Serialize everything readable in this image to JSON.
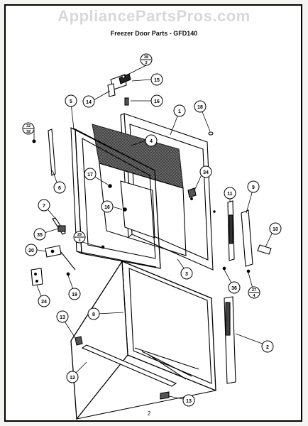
{
  "watermark": "AppliancePartsPros.com",
  "title": "Freezer Door Parts - GFD140",
  "page_number": "2",
  "callouts": {
    "c1": "1",
    "c2": "2",
    "c3": "3",
    "c4": "4",
    "c5": "5",
    "c6": "6",
    "c7": "7",
    "c8": "8",
    "c9": "9",
    "c10": "10",
    "c11": "11",
    "c12": "12",
    "c13a": "13",
    "c13b": "13",
    "c14": "14",
    "c15": "15",
    "c16": "16",
    "c16b": "16",
    "c17": "17",
    "c18": "18",
    "c19": "19",
    "c20": "20",
    "c24": "24",
    "c34": "34",
    "c35": "35",
    "c36": "36",
    "f28_top": "28",
    "f28_bot": "3",
    "f32_top": "32",
    "f32_bot": "32",
    "f29_top": "29",
    "f29_bot": "3",
    "f27_top": "27",
    "f27_bot": "4"
  }
}
